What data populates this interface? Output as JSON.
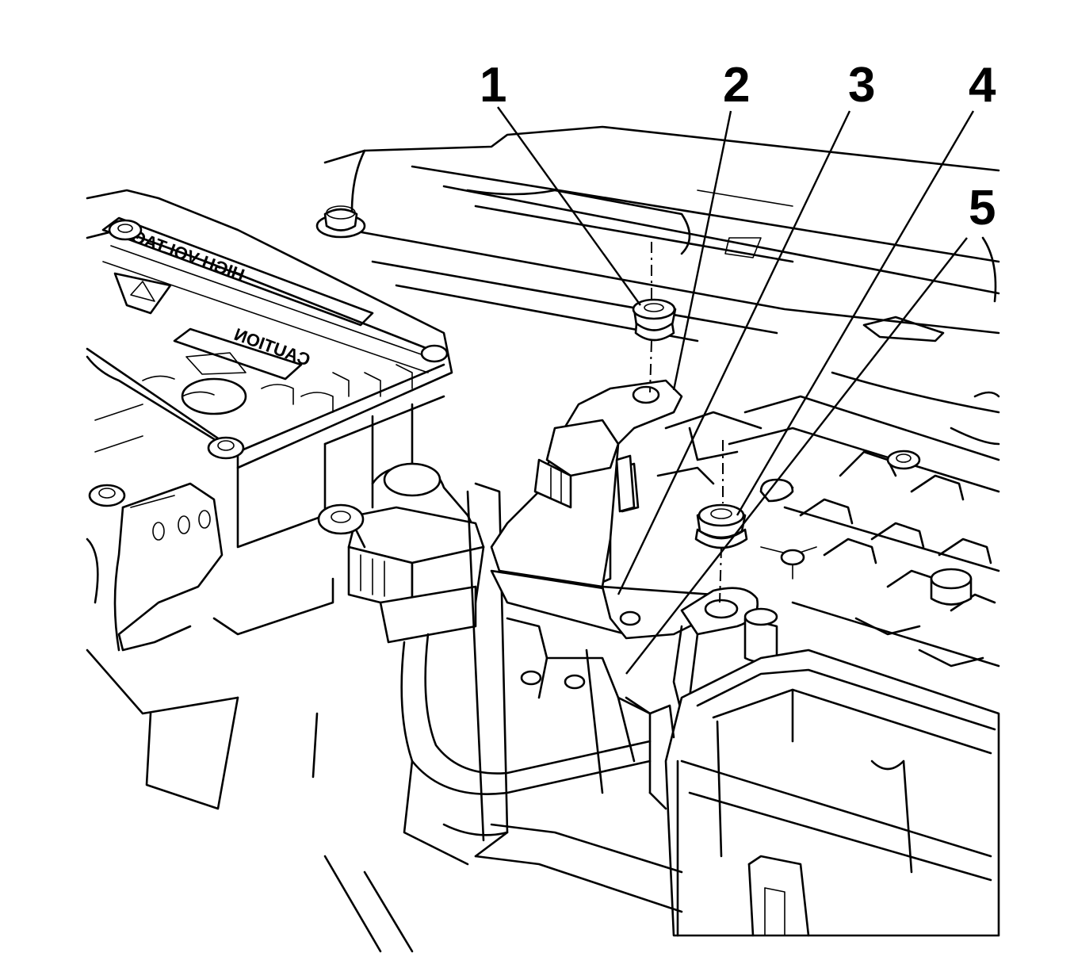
{
  "callouts": [
    {
      "id": "1",
      "label": "1"
    },
    {
      "id": "2",
      "label": "2"
    },
    {
      "id": "3",
      "label": "3"
    },
    {
      "id": "4",
      "label": "4"
    },
    {
      "id": "5",
      "label": "5"
    }
  ],
  "embossed_labels": {
    "caution": "CAUTION",
    "high_voltage": "HIGH VOLTAGE"
  }
}
